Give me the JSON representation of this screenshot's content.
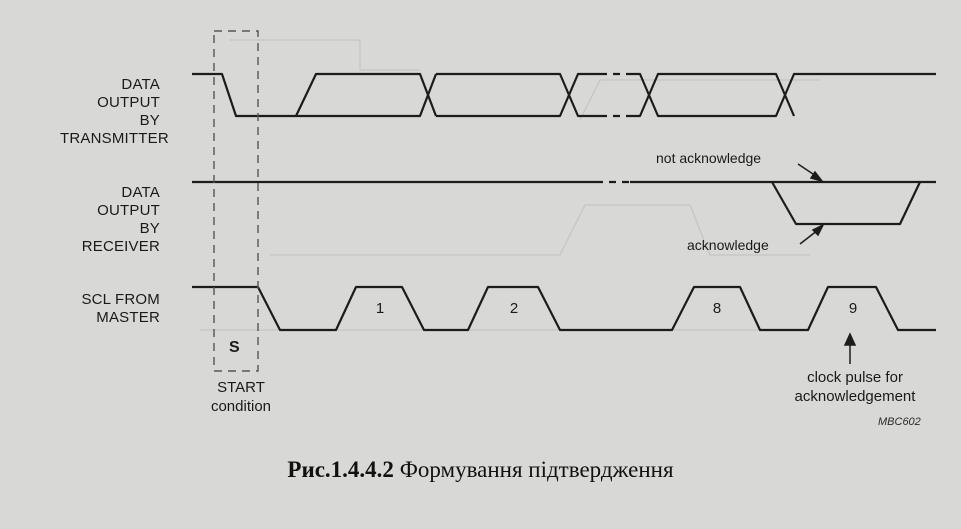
{
  "signals": {
    "data_tx": [
      "DATA OUTPUT",
      "BY TRANSMITTER"
    ],
    "data_rx": [
      "DATA OUTPUT",
      "BY RECEIVER"
    ],
    "scl": [
      "SCL FROM",
      "MASTER"
    ]
  },
  "pulse_numbers": [
    "1",
    "2",
    "8",
    "9"
  ],
  "annotations": {
    "not_ack": "not acknowledge",
    "ack": "acknowledge",
    "start_marker": "S",
    "start_line1": "START",
    "start_line2": "condition",
    "clock_line1": "clock pulse for",
    "clock_line2": "acknowledgement",
    "figure_code": "MBC602"
  },
  "caption": {
    "number": "Рис.1.4.4.2",
    "text": "Формування підтвердження"
  }
}
